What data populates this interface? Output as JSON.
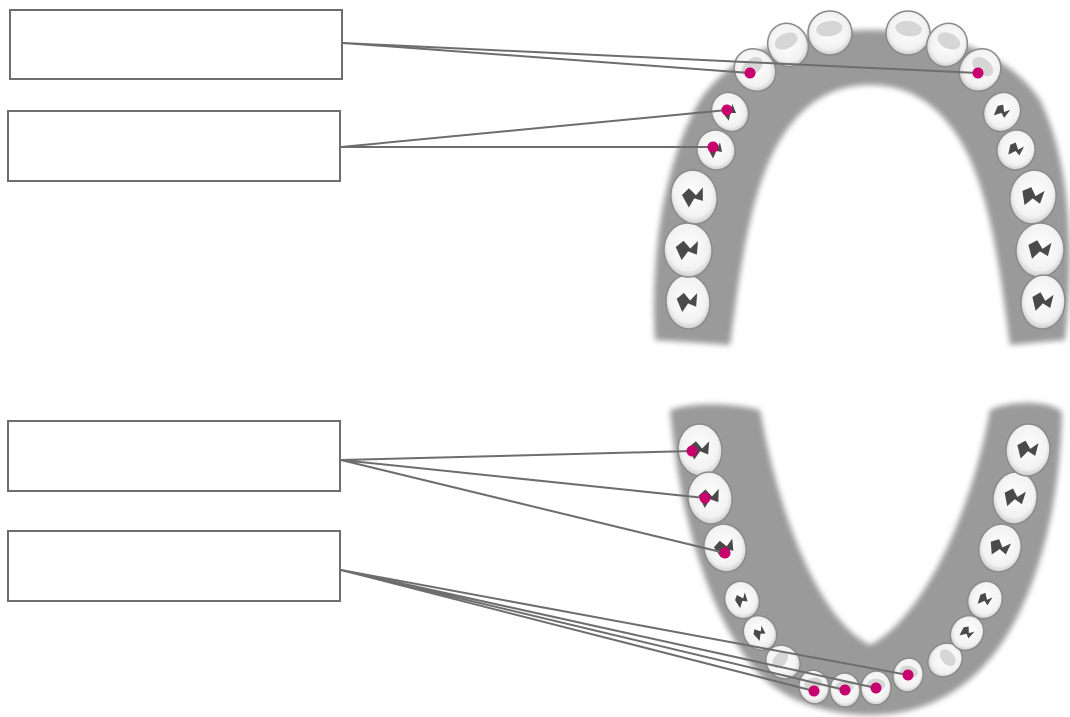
{
  "labels": [
    {
      "id": "label-box-1",
      "text": ""
    },
    {
      "id": "label-box-2",
      "text": ""
    },
    {
      "id": "label-box-3",
      "text": ""
    },
    {
      "id": "label-box-4",
      "text": ""
    }
  ],
  "colors": {
    "gum": "#9a9a9a",
    "tooth": "#ffffff",
    "tooth_shade": "#cfcfcf",
    "groove": "#4a4a4a",
    "marker": "#c8006e",
    "leader_line": "#6d6d6d",
    "box_border": "#6d6d6d"
  }
}
